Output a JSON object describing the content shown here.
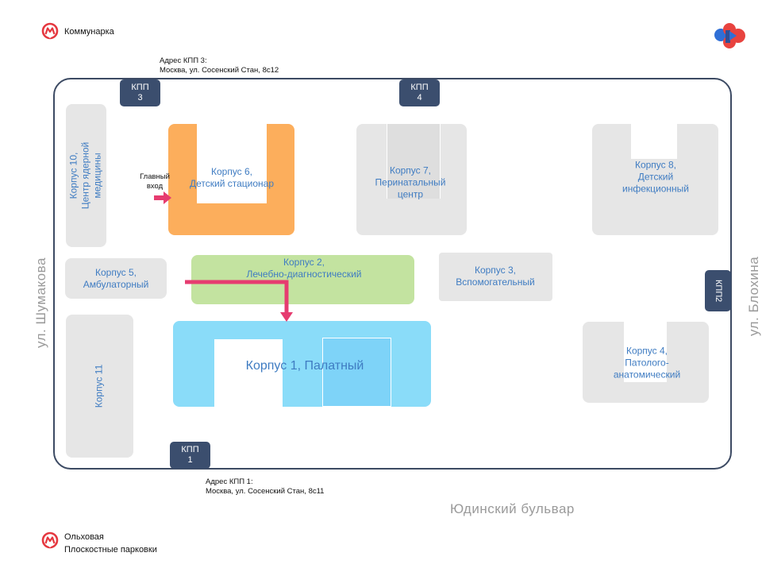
{
  "metro": {
    "top_station": "Коммунарка",
    "bottom_station": "Ольховая",
    "bottom_parking": "Плоскостные парковки",
    "metro_color": "#e5373f"
  },
  "addresses": {
    "kpp3_title": "Адрес КПП 3:",
    "kpp3_address": "Москва, ул. Сосенский Стан, 8с12",
    "kpp1_title": "Адрес КПП 1:",
    "kpp1_address": "Москва, ул. Сосенский Стан, 8с11"
  },
  "streets": {
    "left": "ул. Шумакова",
    "right": "ул. Блохина",
    "bottom": "Юдинский бульвар"
  },
  "checkpoints": {
    "kpp1": {
      "line1": "КПП",
      "line2": "1"
    },
    "kpp2": {
      "line1": "КПП",
      "line2": "2"
    },
    "kpp3": {
      "line1": "КПП",
      "line2": "3"
    },
    "kpp4": {
      "line1": "КПП",
      "line2": "4"
    }
  },
  "buildings": {
    "b1": {
      "label": "Корпус 1, Палатный",
      "color": "#8adcf9",
      "accent": "#7ed3f8"
    },
    "b2": {
      "line1": "Корпус 2,",
      "line2": "Лечебно-диагностический",
      "color": "#c3e3a0"
    },
    "b3": {
      "line1": "Корпус 3,",
      "line2": "Вспомогательный"
    },
    "b4": {
      "line1": "Корпус 4,",
      "line2": "Патолого-",
      "line3": "анатомический"
    },
    "b5": {
      "line1": "Корпус 5,",
      "line2": "Амбулаторный"
    },
    "b6": {
      "line1": "Корпус 6,",
      "line2": "Детский стационар",
      "color": "#fcae5c"
    },
    "b7": {
      "line1": "Корпус 7,",
      "line2": "Перинатальный",
      "line3": "центр"
    },
    "b8": {
      "line1": "Корпус 8,",
      "line2": "Детский",
      "line3": "инфекционный"
    },
    "b10": {
      "line1": "Корпус 10,",
      "line2": "Центр ядерной",
      "line3": "медицины"
    },
    "b11": {
      "label": "Корпус 11"
    }
  },
  "main_entrance": {
    "line1": "Главный",
    "line2": "вход",
    "arrow_color": "#e63c70"
  },
  "logo": {
    "name": "logo-icon"
  },
  "colors": {
    "building_gray": "#e6e6e6",
    "label_blue": "#3f7cc2",
    "checkpoint": "#3b4e6e",
    "border": "#3c4a63"
  }
}
